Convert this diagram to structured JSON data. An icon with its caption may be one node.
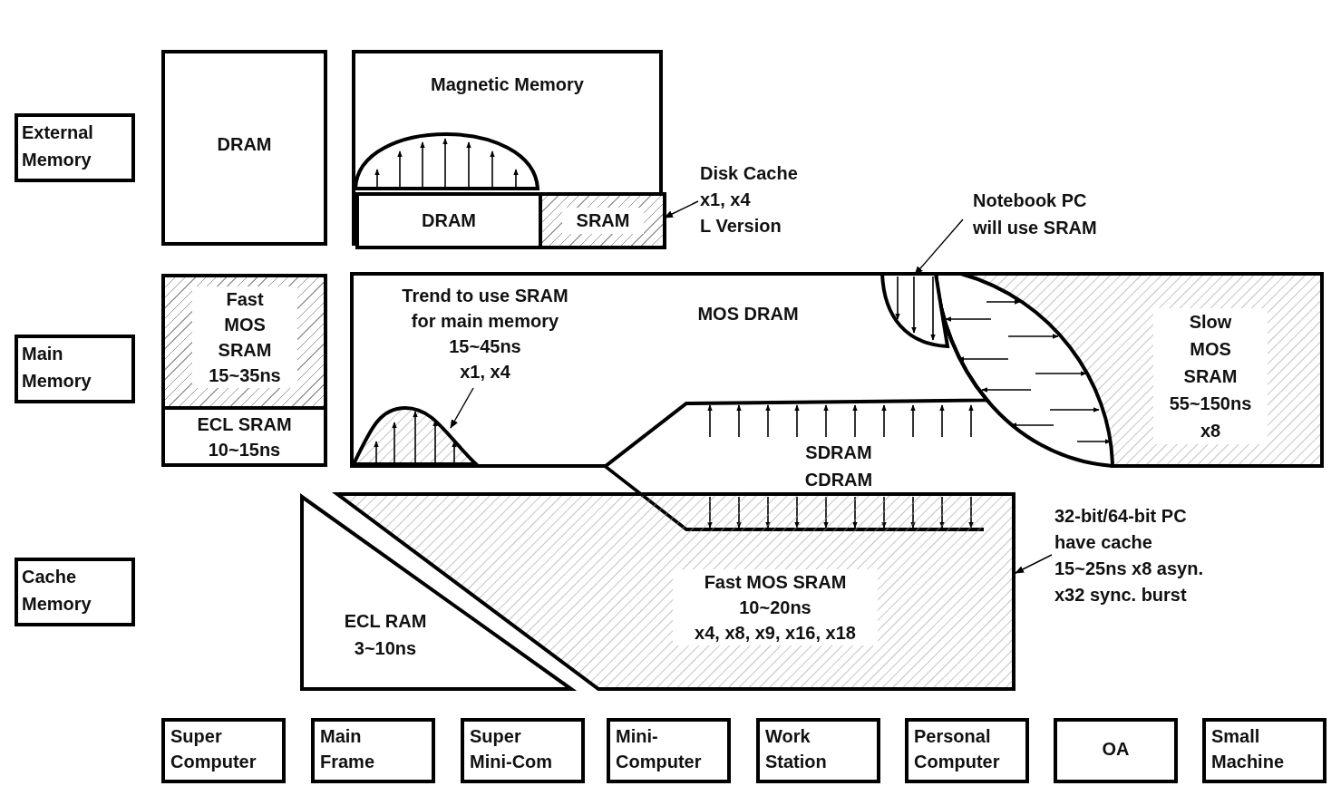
{
  "diagram": {
    "nodes": [
      {
        "text": [
          "External Memory"
        ]
      },
      {
        "text": [
          "Main Memory"
        ]
      },
      {
        "text": [
          "Cache Memory"
        ]
      },
      {
        "text": [
          "DRAM"
        ]
      },
      {
        "text": [
          "Magnetic Memory"
        ]
      },
      {
        "text": [
          "DRAM"
        ],
        "in": 4
      },
      {
        "text": [
          "SRAM"
        ],
        "in": 4
      },
      {
        "text": [
          "Disk Cache x1, x4 L Version"
        ]
      },
      {
        "text": [
          "Fast MOS SRAM 15~35ns"
        ]
      },
      {
        "text": [
          "ECL SRAM 10~15ns"
        ]
      },
      {
        "text": [
          "MOS DRAM"
        ]
      },
      {
        "text": [
          "Slow MOS SRAM 55~150ns x8"
        ],
        "in": 10
      },
      {
        "text": [
          "Trend to use SRAM for main memory 15~45ns x1, x4"
        ],
        "in": 10
      },
      {
        "text": [],
        "shape": "dome",
        "in": 10
      },
      {
        "text": [
          "Notebook PC will use SRAM"
        ]
      },
      {
        "text": [],
        "shape": "circle",
        "in": 10
      },
      {
        "text": [
          "Fast MOS SRAM 10~20ns x4, x8, x9, x16, x18"
        ]
      },
      {
        "text": [
          "ECL RAM 3~10ns"
        ]
      },
      {
        "text": [
          "32-bit/64-bit PC have cache 15~25ns x8 asyn. x32 sync. burst"
        ]
      },
      {
        "text": [
          "Super Computer"
        ]
      },
      {
        "text": [
          "Main Frame"
        ]
      },
      {
        "text": [
          "Super Mini-Com"
        ]
      },
      {
        "text": [
          "Mini-Computer"
        ]
      },
      {
        "text": [
          "Work Station"
        ]
      },
      {
        "text": [
          "Personal Computer"
        ]
      },
      {
        "text": [
          "OA"
        ]
      },
      {
        "text": [
          "Small Machine"
        ]
      }
    ],
    "edges": [
      {
        "from": 7,
        "to": 6,
        "arrow": "to"
      },
      {
        "from": 12,
        "to": 13,
        "arrow": "to"
      },
      {
        "from": 14,
        "to": 15,
        "arrow": "to"
      },
      {
        "from": 18,
        "to": 16,
        "arrow": "to"
      }
    ],
    "labels": [
      "SDRAM CDRAM"
    ]
  }
}
